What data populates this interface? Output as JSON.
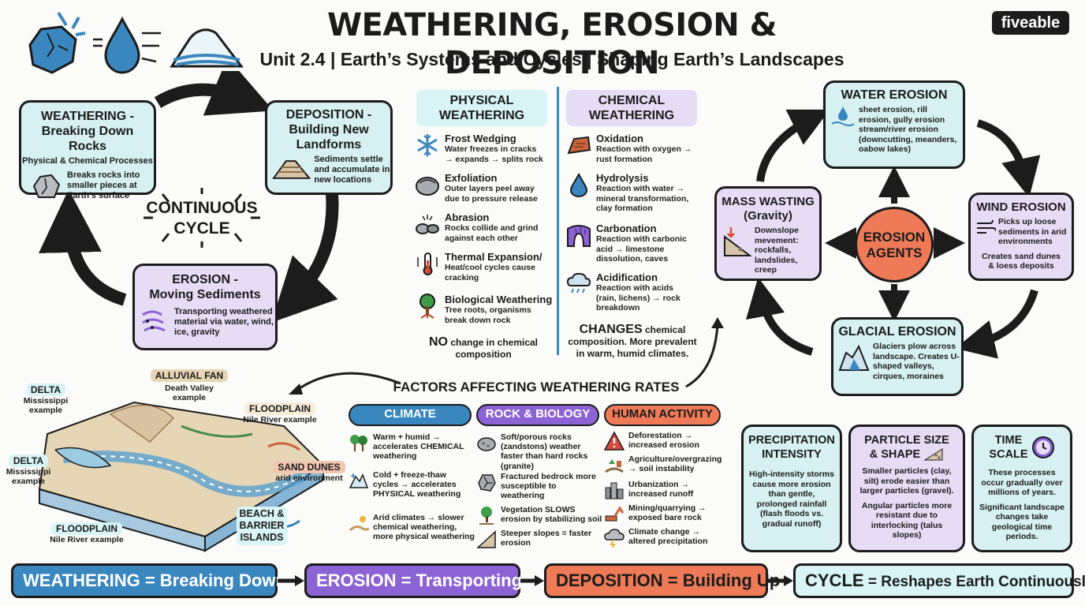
{
  "header": {
    "title": "WEATHERING, EROSION & DEPOSITION",
    "subtitle": "Unit 2.4 | Earth’s Systems and Cycles | Shaping Earth’s Landscapes",
    "brand": "fiveable"
  },
  "cycle": {
    "center_label_1": "CONTINUOUS",
    "center_label_2": "CYCLE",
    "weathering": {
      "title_1": "WEATHERING -",
      "title_2": "Breaking Down Rocks",
      "subtitle": "Physical & Chemical Processes",
      "desc": "Breaks rocks into smaller pieces at Earth’s surface"
    },
    "deposition": {
      "title_1": "DEPOSITION -",
      "title_2": "Building New",
      "title_3": "Landforms",
      "desc": "Sediments settle and accumulate in new locations"
    },
    "erosion": {
      "title_1": "EROSION -",
      "title_2": "Moving Sediments",
      "desc": "Transporting weathered material via water, wind, ice, gravity"
    }
  },
  "physical": {
    "header_1": "PHYSICAL",
    "header_2": "WEATHERING",
    "items": [
      {
        "title": "Frost Wedging",
        "desc": "Water freezes in cracks → expands → splits rock",
        "icon": "snowflake-icon"
      },
      {
        "title": "Exfoliation",
        "desc": "Outer layers peel away due to pressure release",
        "icon": "rock-icon"
      },
      {
        "title": "Abrasion",
        "desc": "Rocks collide and grind against each other",
        "icon": "pebbles-icon"
      },
      {
        "title": "Thermal Expansion/",
        "desc": "Heat/cool cycles cause cracking",
        "icon": "thermometer-icon"
      },
      {
        "title": "Biological Weathering",
        "desc": "Tree roots, organisms break down rock",
        "icon": "tree-icon"
      }
    ],
    "footer_bold": "NO",
    "footer_rest": "change in chemical composition"
  },
  "chemical": {
    "header_1": "CHEMICAL",
    "header_2": "WEATHERING",
    "items": [
      {
        "title": "Oxidation",
        "desc": "Reaction with oxygen → rust formation",
        "icon": "rust-icon"
      },
      {
        "title": "Hydrolysis",
        "desc": "Reaction with water → mineral transformation, clay formation",
        "icon": "water-drop-icon"
      },
      {
        "title": "Carbonation",
        "desc": "Reaction with carbonic acid → limestone dissolution, caves",
        "icon": "cave-icon"
      },
      {
        "title": "Acidification",
        "desc": "Reaction with acids (rain, lichens) → rock breakdown",
        "icon": "acid-rain-icon"
      }
    ],
    "footer_bold": "CHANGES",
    "footer_rest_1": "chemical",
    "footer_rest_2": "composition. More prevalent in warm, humid climates."
  },
  "agents": {
    "center_1": "EROSION",
    "center_2": "AGENTS",
    "water": {
      "title": "WATER EROSION",
      "desc": "sheet erosion, rill erosion, gully erosion stream/river erosion (downcutting, meanders, oabow lakes)"
    },
    "mass": {
      "title_1": "MASS WASTING",
      "title_2": "(Gravity)",
      "desc": "Downslope mevement: rockfalls, landslides, creep"
    },
    "wind": {
      "title": "WIND EROSION",
      "desc_1": "Picks up loose sediments in arid environments",
      "desc_2": "Creates sand dunes & loess deposits"
    },
    "glacial": {
      "title": "GLACIAL EROSION",
      "desc": "Glaciers plow across landscape. Creates U-shaped valleys, cirques, moraines"
    }
  },
  "landforms": {
    "alluvial": {
      "name": "ALLUVIAL FAN",
      "example": "Death Valley example"
    },
    "delta_top": {
      "name": "DELTA",
      "example": "Mississippi example"
    },
    "floodplain_top": {
      "name": "FLOODPLAIN",
      "example": "Nile River example"
    },
    "delta_left": {
      "name": "DELTA",
      "example": "Mississippi example"
    },
    "sand_dunes": {
      "name": "SAND DUNES",
      "example": "arid environment"
    },
    "floodplain_bottom": {
      "name": "FLOODPLAIN",
      "example": "Nile River example"
    },
    "beach": {
      "name_1": "BEACH &",
      "name_2": "BARRIER",
      "name_3": "ISLANDS"
    }
  },
  "factors": {
    "title": "FACTORS AFFECTING WEATHERING RATES",
    "climate": {
      "header": "CLIMATE",
      "items": [
        "Warm + humid → accelerates CHEMICAL weathering",
        "Cold + freeze-thaw cycles → accelerates PHYSICAL weathering",
        "Arid climates → slower chemical weathering, more physical weathering"
      ]
    },
    "rock": {
      "header": "ROCK & BIOLOGY",
      "items": [
        "Soft/porous rocks (zandstons) weather faster than hard rocks (granite)",
        "Fractured bedrock more susceptible to weathering",
        "Vegetation SLOWS erosion by stabilizing soil",
        "Steeper slopes = faster erosion"
      ]
    },
    "human": {
      "header": "HUMAN ACTIVITY",
      "items": [
        "Deforestation → increased erosion",
        "Agriculture/overgrazing → soil instability",
        "Urbanization → increased runoff",
        "Mining/quarrying → exposed bare rock",
        "Climate change → altered precipitation"
      ]
    }
  },
  "side_factors": {
    "precip": {
      "title_1": "PRECIPITATION",
      "title_2": "INTENSITY",
      "desc": "High-intensity storms cause more erosion than gentle, prolonged rainfall (flash floods vs. gradual runoff)"
    },
    "particle": {
      "title_1": "PARTICLE SIZE",
      "title_2": "& SHAPE",
      "desc_1": "Smaller particles (clay, silt) erode easier than larger particles (gravel).",
      "desc_2": "Angular particles more resistant due to interlocking (talus slopes)"
    },
    "time": {
      "title_1": "TIME",
      "title_2": "SCALE",
      "desc_1": "These processes occur gradually over millions of years.",
      "desc_2": "Significant landscape changes take geological time periods."
    }
  },
  "summary": {
    "weathering_key": "WEATHERING",
    "weathering_val": "= Breaking Down",
    "erosion_key": "EROSION",
    "erosion_val": "= Transporting",
    "deposition_key": "DEPOSITION",
    "deposition_val": "= Building Up",
    "cycle_key": "CYCLE",
    "cycle_val": "= Reshapes Earth Continuously"
  },
  "colors": {
    "teal": "#d7f0f2",
    "purple": "#e7dcf6",
    "blue": "#3a86bf",
    "violet": "#8b63d4",
    "orange": "#ee7a57",
    "pale_cyan": "#d8f4f6"
  }
}
